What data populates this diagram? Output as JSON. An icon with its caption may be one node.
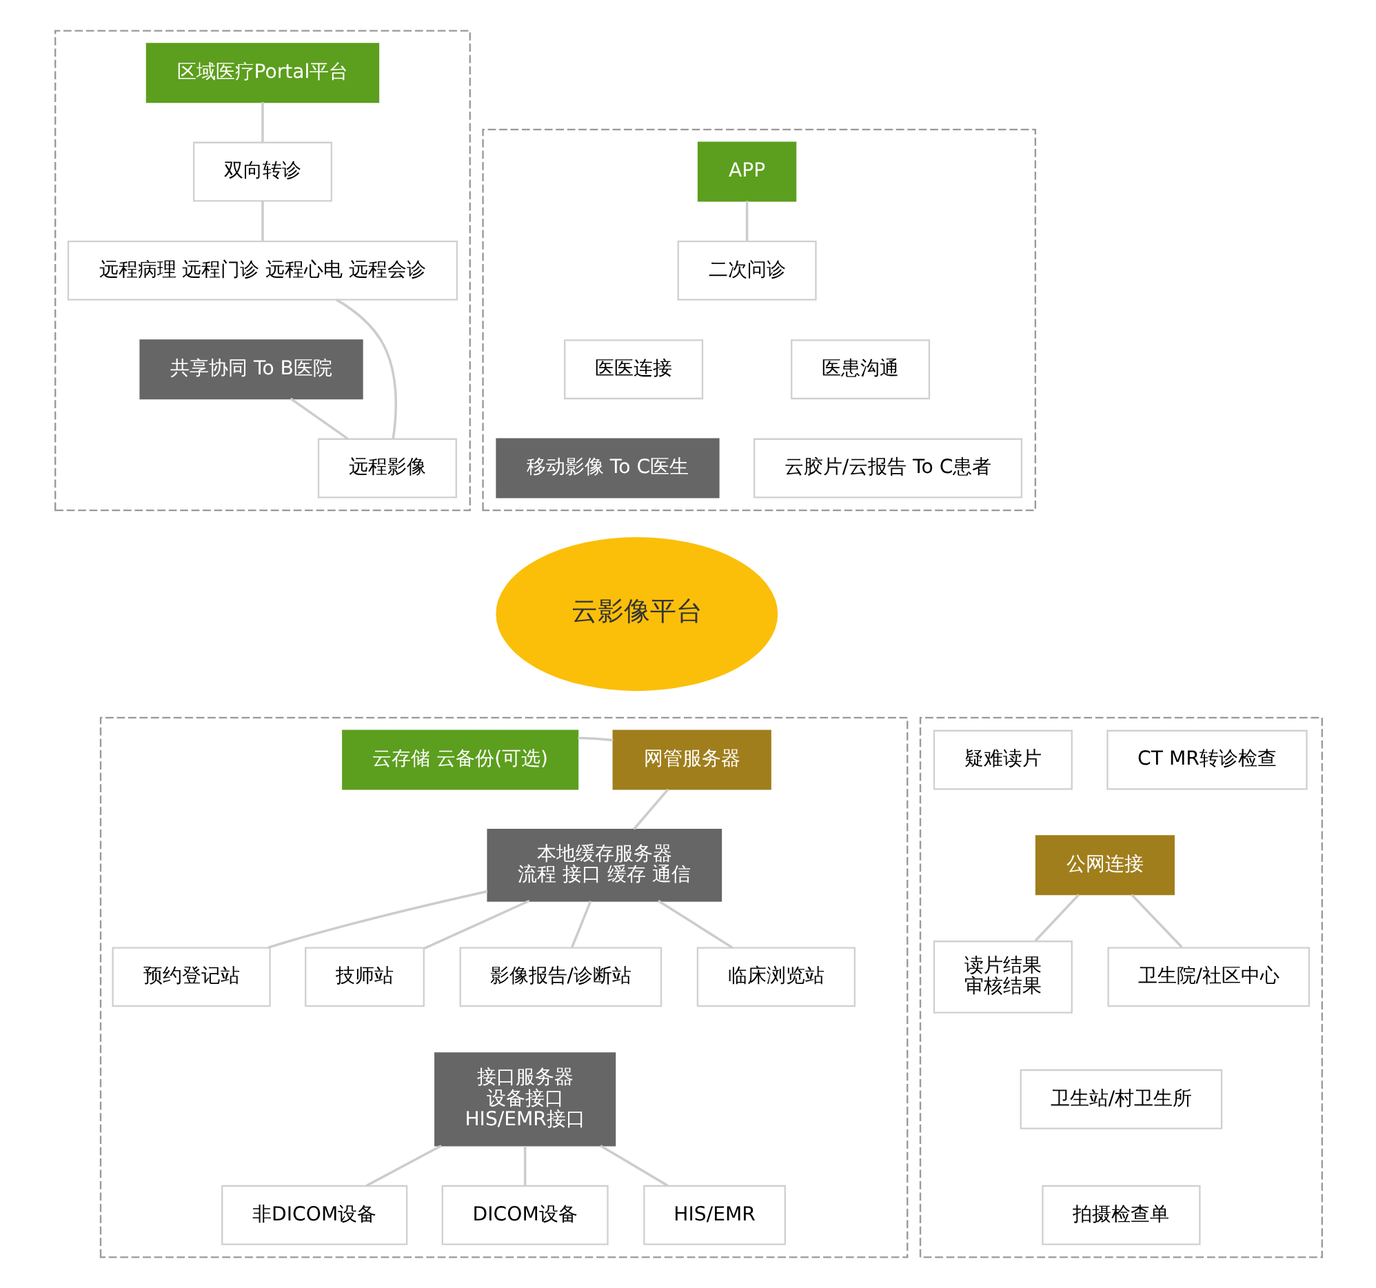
{
  "diagram": {
    "nodes": [
      {
        "text": [],
        "shape": "box"
      },
      {
        "text": [
          "区域医疗Portal平台"
        ],
        "in": 0
      },
      {
        "text": [
          "双向转诊"
        ],
        "in": 0
      },
      {
        "text": [
          "远程病理 远程门诊 远程心电 远程会诊"
        ],
        "in": 0
      },
      {
        "text": [
          "共享协同 To B医院"
        ],
        "in": 0
      },
      {
        "text": [
          "远程影像"
        ],
        "in": 0
      },
      {
        "text": [],
        "shape": "box"
      },
      {
        "text": [
          "APP"
        ],
        "in": 6
      },
      {
        "text": [
          "二次问诊"
        ],
        "in": 6
      },
      {
        "text": [
          "医医连接"
        ],
        "in": 6
      },
      {
        "text": [
          "医患沟通"
        ],
        "in": 6
      },
      {
        "text": [
          "移动影像 To C医生"
        ],
        "in": 6
      },
      {
        "text": [
          "云胶片/云报告 To C患者"
        ],
        "in": 6
      },
      {
        "text": [
          "云影像平台"
        ]
      },
      {
        "text": [],
        "shape": "box"
      },
      {
        "text": [
          "云存储 云备份(可选)"
        ],
        "in": 14
      },
      {
        "text": [
          "网管服务器"
        ],
        "in": 14
      },
      {
        "text": [
          "本地缓存服务器",
          "流程 接口 缓存 通信"
        ],
        "in": 14
      },
      {
        "text": [
          "预约登记站"
        ],
        "in": 14
      },
      {
        "text": [
          "技师站"
        ],
        "in": 14
      },
      {
        "text": [
          "影像报告/诊断站"
        ],
        "in": 14
      },
      {
        "text": [
          "临床浏览站"
        ],
        "in": 14
      },
      {
        "text": [
          "接口服务器",
          "设备接口",
          "HIS/EMR接口"
        ],
        "in": 14
      },
      {
        "text": [
          "非DICOM设备"
        ],
        "in": 14
      },
      {
        "text": [
          "DICOM设备"
        ],
        "in": 14
      },
      {
        "text": [
          "HIS/EMR"
        ],
        "in": 14
      },
      {
        "text": [],
        "shape": "box"
      },
      {
        "text": [
          "疑难读片"
        ],
        "in": 26
      },
      {
        "text": [
          "CT MR转诊检查"
        ],
        "in": 26
      },
      {
        "text": [
          "公网连接"
        ],
        "in": 26
      },
      {
        "text": [
          "读片结果",
          "审核结果"
        ],
        "in": 26
      },
      {
        "text": [
          "卫生院/社区中心"
        ],
        "in": 26
      },
      {
        "text": [
          "卫生站/村卫生所"
        ],
        "in": 26
      },
      {
        "text": [
          "拍摄检查单"
        ],
        "in": 26
      }
    ],
    "edges": [
      {
        "from": 1,
        "to": 2,
        "arrow": "none"
      },
      {
        "from": 2,
        "to": 3,
        "arrow": "none"
      },
      {
        "from": 3,
        "to": 5,
        "arrow": "none"
      },
      {
        "from": 4,
        "to": 5,
        "arrow": "none"
      },
      {
        "from": 7,
        "to": 8,
        "arrow": "none"
      },
      {
        "from": 15,
        "to": 16,
        "arrow": "none"
      },
      {
        "from": 16,
        "to": 17,
        "arrow": "none"
      },
      {
        "from": 17,
        "to": 18,
        "arrow": "none"
      },
      {
        "from": 17,
        "to": 19,
        "arrow": "none"
      },
      {
        "from": 17,
        "to": 20,
        "arrow": "none"
      },
      {
        "from": 17,
        "to": 21,
        "arrow": "none"
      },
      {
        "from": 22,
        "to": 23,
        "arrow": "none"
      },
      {
        "from": 22,
        "to": 24,
        "arrow": "none"
      },
      {
        "from": 22,
        "to": 25,
        "arrow": "none"
      },
      {
        "from": 29,
        "to": 30,
        "arrow": "none"
      },
      {
        "from": 29,
        "to": 31,
        "arrow": "none"
      }
    ]
  }
}
